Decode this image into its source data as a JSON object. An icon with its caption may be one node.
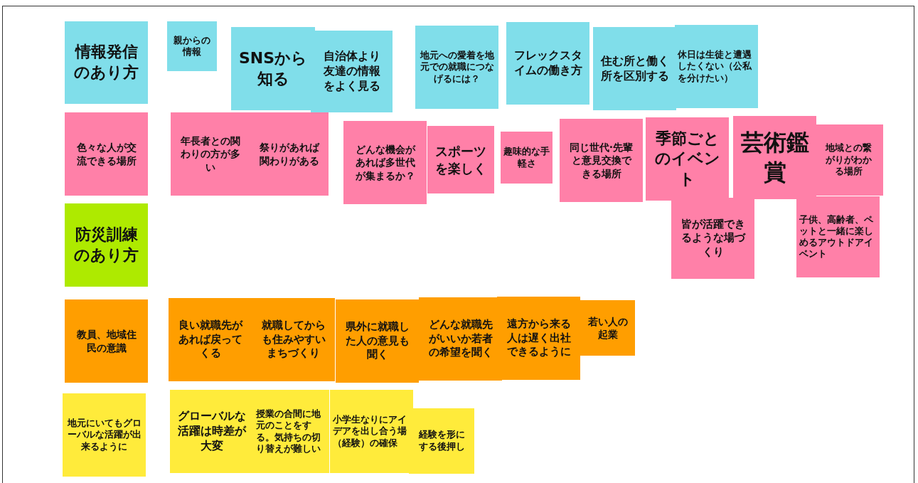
{
  "diagram": {
    "nodes": [
      {
        "text": [
          "情報発信のあり方"
        ]
      },
      {
        "text": [
          "親からの情報"
        ]
      },
      {
        "text": [
          "SNSから知る"
        ]
      },
      {
        "text": [
          "自治体より友達の情報をよく見る"
        ]
      },
      {
        "text": [
          "地元への愛着を地元での就職につなげるには？"
        ]
      },
      {
        "text": [
          "フレックスタイムの働き方"
        ]
      },
      {
        "text": [
          "住む所と働く所を区別する"
        ]
      },
      {
        "text": [
          "休日は生徒と遭遇したくない（公私を分けたい）"
        ]
      },
      {
        "text": [
          "色々な人が交流できる場所"
        ]
      },
      {
        "text": [
          "年長者との関わりの方が多い"
        ]
      },
      {
        "text": [
          "祭りがあれば関わりがある"
        ]
      },
      {
        "text": [
          "どんな機会があれば多世代が集まるか？"
        ]
      },
      {
        "text": [
          "スポーツを楽しく"
        ]
      },
      {
        "text": [
          "趣味的な手軽さ"
        ]
      },
      {
        "text": [
          "同じ世代·先輩と意見交換できる場所"
        ]
      },
      {
        "text": [
          "季節ごとのイベント"
        ]
      },
      {
        "text": [
          "芸術鑑賞"
        ]
      },
      {
        "text": [
          "地域との繋がりがわかる場所"
        ]
      },
      {
        "text": [
          "皆が活躍できるような場づくり"
        ]
      },
      {
        "text": [
          "子供、高齢者、ペットと一緒に楽しめるアウトドアイベント"
        ]
      },
      {
        "text": [
          "防災訓練のあり方"
        ]
      },
      {
        "text": [
          "教員、地域住民の意識"
        ]
      },
      {
        "text": [
          "良い就職先があれば戻ってくる"
        ]
      },
      {
        "text": [
          "就職してからも住みやすいまちづくり"
        ]
      },
      {
        "text": [
          "県外に就職した人の意見も聞く"
        ]
      },
      {
        "text": [
          "どんな就職先がいいか若者の希望を聞く"
        ]
      },
      {
        "text": [
          "遠方から来る人は遅く出社できるように"
        ]
      },
      {
        "text": [
          "若い人の起業"
        ]
      },
      {
        "text": [
          "地元にいてもグローバルな活躍が出来るように"
        ]
      },
      {
        "text": [
          "グローバルな活躍は時差が大変"
        ]
      },
      {
        "text": [
          "授業の合間に地元のことをする。気持ちの切り替えが難しい"
        ]
      },
      {
        "text": [
          "小学生なりにアイデアを出し合う場（経験）の確保"
        ]
      },
      {
        "text": [
          "経験を形にする後押し"
        ]
      }
    ]
  }
}
